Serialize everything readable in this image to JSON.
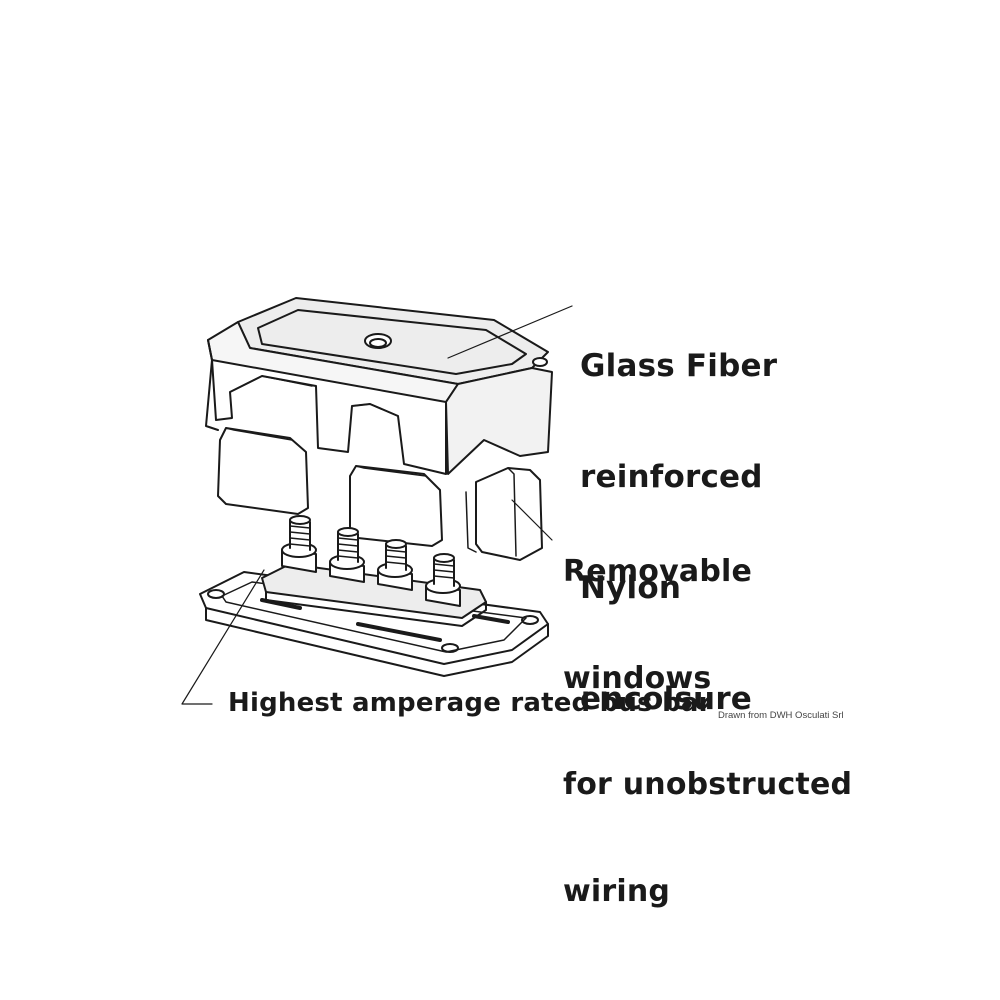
{
  "callouts": {
    "enclosure": {
      "lines": [
        "Glass Fiber",
        "reinforced",
        "Nylon",
        "encolsure"
      ]
    },
    "windows": {
      "lines": [
        "Removable",
        "windows",
        "for unobstructed",
        "wiring"
      ]
    },
    "busbar": {
      "text": "Highest amperage rated bus bar"
    }
  },
  "credit": "Drawn from DWH Osculati Srl",
  "colors": {
    "stroke": "#1a1a1a",
    "fill_light": "#ededed",
    "fill_mid": "#d9d9d9",
    "background": "#ffffff"
  }
}
